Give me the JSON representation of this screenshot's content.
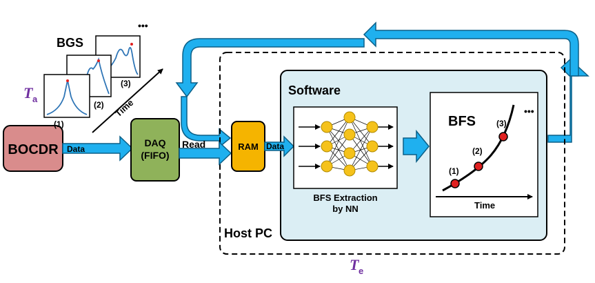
{
  "diagram": {
    "bocdr_label": "BOCDR",
    "daq_line1": "DAQ",
    "daq_line2": "(FIFO)",
    "ram_label": "RAM",
    "data_label_1": "Data",
    "data_label_2": "Data",
    "read_label": "Read",
    "bgs_label": "BGS",
    "bgs_ellipsis": "•••",
    "bgs_idx_1": "(1)",
    "bgs_idx_2": "(2)",
    "bgs_idx_3": "(3)",
    "time_label_diag": "Time",
    "ta_symbol": "T",
    "ta_sub": "a",
    "te_symbol": "T",
    "te_sub": "e",
    "host_pc_label": "Host PC",
    "software_label": "Software",
    "nn_caption_1": "BFS Extraction",
    "nn_caption_2": "by NN",
    "bfs_title": "BFS",
    "bfs_ellipsis": "•••",
    "bfs_pt_1": "(1)",
    "bfs_pt_2": "(2)",
    "bfs_pt_3": "(3)",
    "bfs_time_label": "Time"
  },
  "colors": {
    "arrow_blue": "#1fb0ef",
    "bocdr_fill": "#d98c8c",
    "daq_fill": "#8fb25a",
    "ram_fill": "#f5b400",
    "software_fill": "#dbeef4",
    "node_fill": "#f5c21b",
    "point_fill": "#e02020",
    "accent_purple": "#7030a0",
    "spectrum_blue": "#2e75b6"
  }
}
